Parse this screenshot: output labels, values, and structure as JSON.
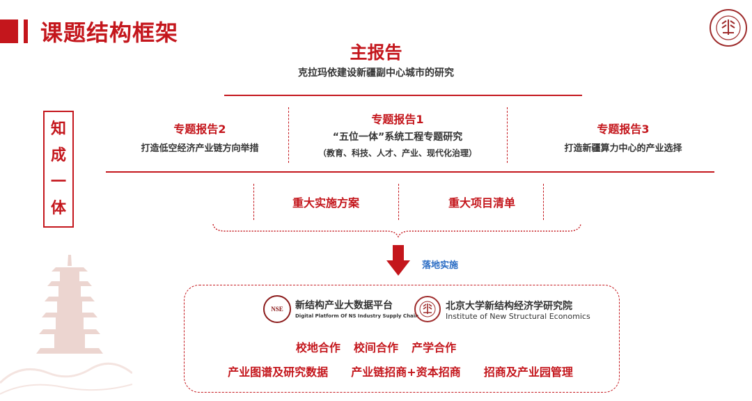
{
  "header": {
    "title": "课题结构框架"
  },
  "main_report": {
    "title": "主报告",
    "subtitle": "克拉玛依建设新疆副中心城市的研究"
  },
  "side_label": [
    "知",
    "成",
    "一",
    "体"
  ],
  "special_reports": [
    {
      "title": "专题报告2",
      "line1": "打造低空经济产业链方向举措",
      "line2": ""
    },
    {
      "title": "专题报告1",
      "line1": "“五位一体”系统工程专题研究",
      "line2": "（教育、科技、人才、产业、现代化治理）"
    },
    {
      "title": "专题报告3",
      "line1": "打造新疆算力中心的产业选择",
      "line2": ""
    }
  ],
  "plans": {
    "left": "重大实施方案",
    "right": "重大项目清单"
  },
  "arrow_label": "落地实施",
  "platforms": {
    "nse": {
      "logo_text": "NSE",
      "name": "新结构产业大数据平台",
      "name_en": "Digital Platform Of NS Industry Supply Chain"
    },
    "pku": {
      "name": "北京大学新结构经济学研究院",
      "name_en": "Institute of New Structural Economics"
    }
  },
  "cooperation": {
    "row1": [
      "校地合作",
      "校间合作",
      "产学合作"
    ],
    "row2": [
      "产业图谱及研究数据",
      "产业链招商+资本招商",
      "招商及产业园管理"
    ]
  },
  "colors": {
    "accent": "#c4161c",
    "arrow_label": "#2a6cc4"
  }
}
